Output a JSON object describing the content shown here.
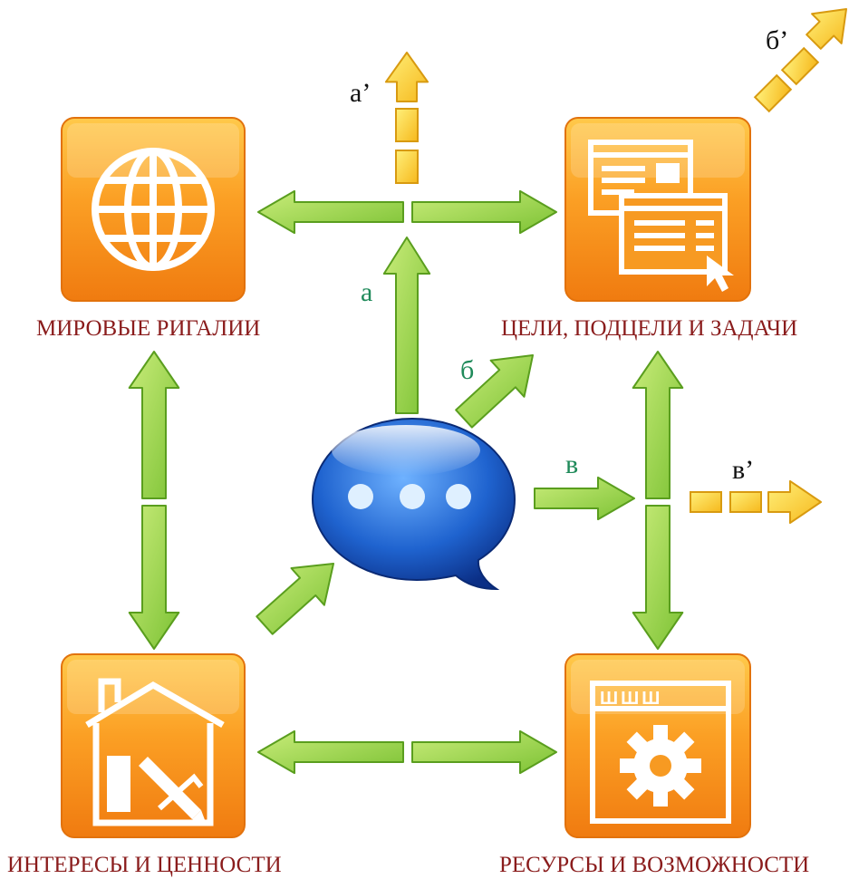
{
  "nodes": {
    "world": {
      "label": "МИРОВЫЕ РИГАЛИИ",
      "icon": "globe-icon"
    },
    "goals": {
      "label": "ЦЕЛИ, ПОДЦЕЛИ И ЗАДАЧИ",
      "icon": "windows-cursor-icon"
    },
    "interests": {
      "label": "ИНТЕРЕСЫ И ЦЕННОСТИ",
      "icon": "house-pencil-icon"
    },
    "resources": {
      "label": "РЕСУРСЫ И ВОЗМОЖНОСТИ",
      "icon": "browser-gear-icon",
      "window_text": "ШШШ"
    }
  },
  "center": {
    "icon": "speech-bubble-icon"
  },
  "arrow_labels": {
    "a": "а",
    "b": "б",
    "v": "в",
    "a_prime": "а’",
    "b_prime": "б’",
    "v_prime": "в’"
  },
  "colors": {
    "node_orange": "#f7941d",
    "label_red": "#8a1c1c",
    "arrow_green": "#8cc63f",
    "arrow_yellow": "#fbc02d",
    "bubble_blue": "#2a6fd6",
    "label_green": "#1f8a5a"
  }
}
